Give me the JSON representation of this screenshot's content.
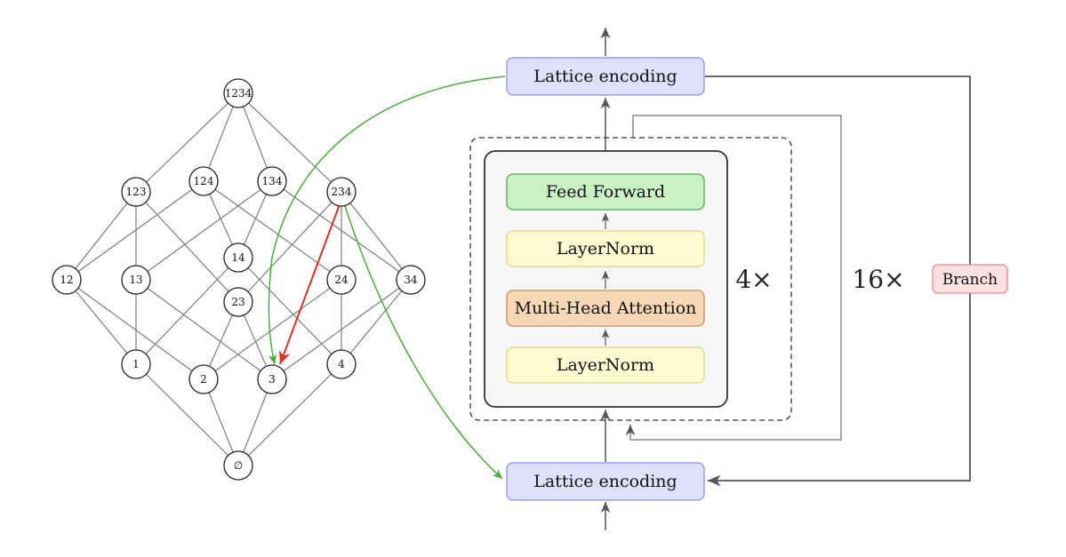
{
  "lattice": {
    "nodes": [
      {
        "id": "1234",
        "label": "1234"
      },
      {
        "id": "123",
        "label": "123"
      },
      {
        "id": "124",
        "label": "124"
      },
      {
        "id": "134",
        "label": "134"
      },
      {
        "id": "234",
        "label": "234"
      },
      {
        "id": "12",
        "label": "12"
      },
      {
        "id": "13",
        "label": "13"
      },
      {
        "id": "14",
        "label": "14"
      },
      {
        "id": "23",
        "label": "23"
      },
      {
        "id": "24",
        "label": "24"
      },
      {
        "id": "34",
        "label": "34"
      },
      {
        "id": "1",
        "label": "1"
      },
      {
        "id": "2",
        "label": "2"
      },
      {
        "id": "3",
        "label": "3"
      },
      {
        "id": "4",
        "label": "4"
      },
      {
        "id": "empty",
        "label": "∅"
      }
    ],
    "highlight_edge": {
      "from": "234",
      "to": "3",
      "color": "#e0302a"
    }
  },
  "blocks": {
    "top_encoding": "Lattice encoding",
    "bottom_encoding": "Lattice encoding",
    "feed_forward": "Feed Forward",
    "layernorm_top": "LayerNorm",
    "attention": "Multi-Head Attention",
    "layernorm_bottom": "LayerNorm",
    "branch": "Branch"
  },
  "multipliers": {
    "inner": "4×",
    "outer": "16×"
  },
  "colors": {
    "encoding_fill": "#dfe1fb",
    "encoding_stroke": "#8c90e6",
    "feedforward_fill": "#c9f2c7",
    "feedforward_stroke": "#52ad4d",
    "layernorm_fill": "#fdfbcf",
    "layernorm_stroke": "#e2d77a",
    "attention_fill": "#f8d7b4",
    "attention_stroke": "#cf8d4f",
    "branch_fill": "#fde0e0",
    "branch_stroke": "#e28c8c",
    "lattice_edge": "#7d7d7d",
    "green_arrow": "#4cab3c",
    "red_arrow": "#e0302a"
  }
}
